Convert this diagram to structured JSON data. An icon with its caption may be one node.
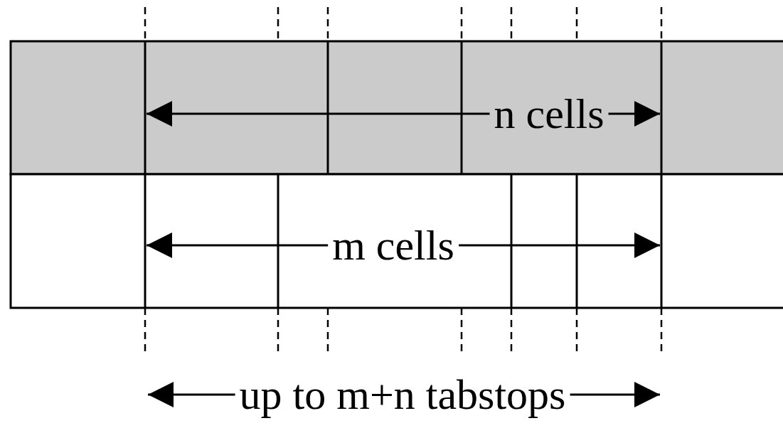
{
  "diagram": {
    "labels": [
      "n cells",
      "m cells",
      "up to m+n tabstops"
    ]
  }
}
